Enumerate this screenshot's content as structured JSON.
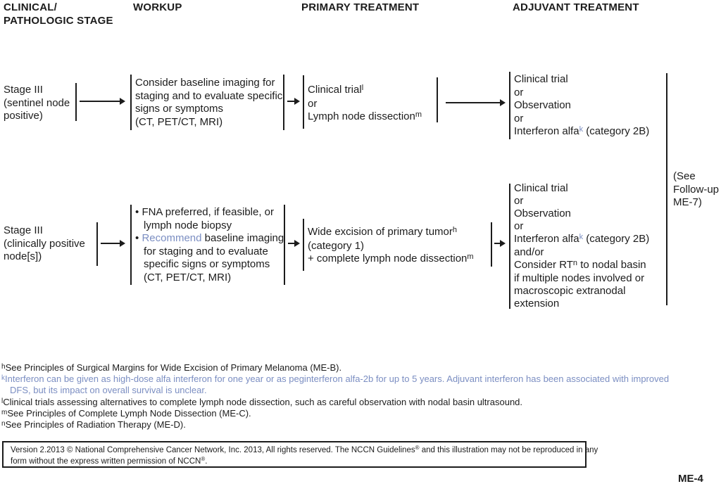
{
  "colors": {
    "text": "#1c1c1c",
    "blue": "#7b8ec2"
  },
  "headers": {
    "stage_line1": "CLINICAL/",
    "stage_line2": "PATHOLOGIC STAGE",
    "workup": "WORKUP",
    "primary": "PRIMARY TREATMENT",
    "adjuvant": "ADJUVANT TREATMENT"
  },
  "rows": [
    {
      "stage": {
        "l1": "Stage III",
        "l2": "(sentinel node",
        "l3": "positive)"
      },
      "workup": {
        "l1": "Consider baseline imaging for",
        "l2": "staging and to evaluate specific",
        "l3": "signs or symptoms",
        "l4": "(CT, PET/CT, MRI)"
      },
      "primary": {
        "l1": "Clinical trial",
        "l1sup": "l",
        "l2": "or",
        "l3": "Lymph node dissection",
        "l3sup": "m"
      },
      "adjuvant": {
        "l1": "Clinical trial",
        "l2": "or",
        "l3": "Observation",
        "l4": "or",
        "l5pre": "Interferon alfa",
        "l5sup": "k",
        "l5post": " (category 2B)"
      }
    },
    {
      "stage": {
        "l1": "Stage III",
        "l2": "(clinically positive",
        "l3": "node[s])"
      },
      "workup": {
        "bullet": "•",
        "b1l1": "FNA preferred, if feasible, or",
        "b1l2": "lymph node biopsy",
        "b2l1blue": "Recommend",
        "b2l1rest": " baseline imaging",
        "b2l2": "for staging and to evaluate",
        "b2l3": "specific signs or symptoms",
        "b2l4": "(CT, PET/CT, MRI)"
      },
      "primary": {
        "l1": "Wide excision of primary tumor",
        "l1sup": "h",
        "l2": "(category 1)",
        "l3": "+ complete lymph node dissection",
        "l3sup": "m"
      },
      "adjuvant": {
        "l1": "Clinical trial",
        "l2": "or",
        "l3": "Observation",
        "l4": "or",
        "l5pre": "Interferon alfa",
        "l5sup": "k",
        "l5post": " (category 2B)",
        "l6": "and/or",
        "l7pre": "Consider RT",
        "l7sup": "n",
        "l7post": " to nodal basin",
        "l8": "if multiple nodes involved or",
        "l9": "macroscopic extranodal",
        "l10": "extension"
      }
    }
  ],
  "followup": {
    "l1": "(See",
    "l2": "Follow-up",
    "l3": "ME-7)"
  },
  "footnotes": {
    "h": {
      "sup": "h",
      "text": "See Principles of Surgical Margins for Wide Excision of Primary Melanoma (ME-B)."
    },
    "k": {
      "sup": "k",
      "line1": "Interferon can be given as high-dose alfa interferon for one year or as peginterferon alfa-2b for up to 5 years. Adjuvant interferon has been associated with improved",
      "line2": "DFS, but its impact on overall survival is unclear."
    },
    "l": {
      "sup": "l",
      "text": "Clinical trials assessing alternatives to complete lymph node dissection, such as careful observation with nodal basin ultrasound."
    },
    "m": {
      "sup": "m",
      "text": "See Principles of Complete Lymph Node Dissection (ME-C)."
    },
    "n": {
      "sup": "n",
      "text": "See Principles of Radiation Therapy (ME-D)."
    }
  },
  "copyright": {
    "line1_a": "Version 2.2013 © National Comprehensive Cancer Network, Inc. 2013, All rights reserved. The NCCN Guidelines",
    "reg": "®",
    "line1_b": " and this illustration may not be reproduced in any",
    "line2_a": "form without the express written permission of NCCN",
    "dot": "."
  },
  "page_code": "ME-4"
}
